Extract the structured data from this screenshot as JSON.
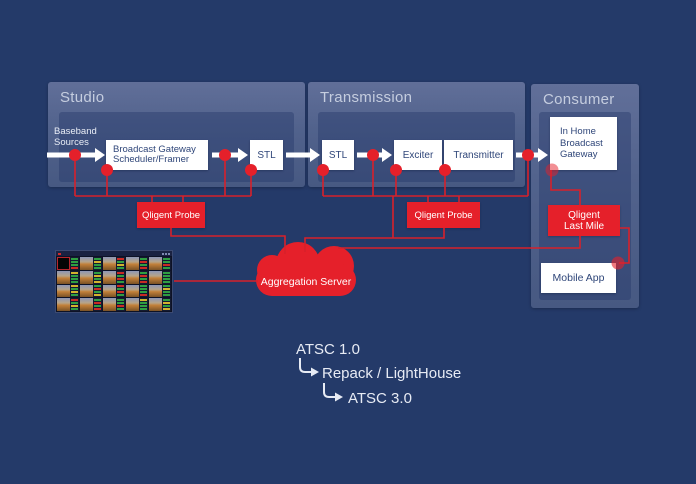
{
  "sections": [
    {
      "id": "studio",
      "title": "Studio"
    },
    {
      "id": "transmission",
      "title": "Transmission"
    },
    {
      "id": "consumer",
      "title": "Consumer"
    }
  ],
  "labels": {
    "baseband_sources": "Baseband Sources"
  },
  "nodes": {
    "broadcast_gateway": "Broadcast Gateway Scheduler/Framer",
    "stl_studio": "STL",
    "stl_transmission": "STL",
    "exciter": "Exciter",
    "transmitter": "Transmitter",
    "in_home_gateway": "In Home Broadcast Gateway",
    "probe_studio": "Qligent Probe",
    "probe_transmission": "Qligent Probe",
    "last_mile": "Qligent Last Mile",
    "mobile_app": "Mobile App",
    "aggregation_server": "Aggregation Server"
  },
  "flow_notes": {
    "atsc1": "ATSC 1.0",
    "repack": "Repack / LightHouse",
    "atsc3": "ATSC 3.0"
  },
  "colors": {
    "background": "#243a69",
    "panel": "#51628c",
    "accent_red": "#e5202a",
    "node_text": "#2f4679",
    "status_green": "#2f9e42",
    "status_red": "#c92a24",
    "status_yellow": "#d3b32e"
  },
  "monitor_wall": {
    "rows": 4,
    "cols": 5,
    "offline_cell": 0
  }
}
